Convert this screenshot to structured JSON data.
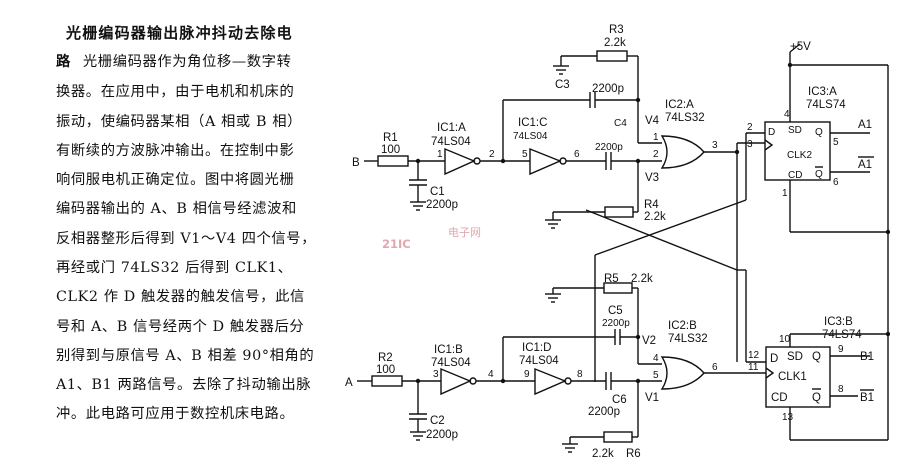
{
  "article": {
    "title": "光栅编码器输出脉冲抖动去除电",
    "lead": "路",
    "lines": [
      "光栅编码器作为角位移—数字转",
      "换器。在应用中，由于电机和机床的",
      "振动，使编码器某相（A 相或 B 相）",
      "有断续的方波脉冲输出。在控制中影",
      "响伺服电机正确定位。图中将圆光栅",
      "编码器输出的 A、B 相信号经滤波和",
      "反相器整形后得到 V1～V4 四个信号，",
      "再经或门 74LS32 后得到 CLK1、",
      "CLK2 作 D 触发器的触发信号，此信",
      "号和 A、B 信号经两个 D 触发器后分",
      "别得到与原信号 A、B 相差 90°相角的",
      "A1、B1 两路信号。去除了抖动输出脉",
      "冲。此电路可应用于数控机床电路。"
    ]
  },
  "watermark": {
    "brand": "21IC",
    "sub": "电子网"
  },
  "schematic": {
    "supply": "+5V",
    "inputs": {
      "b": "B",
      "a": "A"
    },
    "resistors": {
      "r1": {
        "name": "R1",
        "value": "100"
      },
      "r2": {
        "name": "R2",
        "value": "100"
      },
      "r3": {
        "name": "R3",
        "value": "2.2k"
      },
      "r4": {
        "name": "R4",
        "value": "2.2k"
      },
      "r5": {
        "name": "R5",
        "value": "2.2k"
      },
      "r6": {
        "name": "R6",
        "value": "2.2k"
      }
    },
    "capacitors": {
      "c1": {
        "name": "C1",
        "value": "2200p"
      },
      "c2": {
        "name": "C2",
        "value": "2200p"
      },
      "c3": {
        "name": "C3",
        "value": "2200p"
      },
      "c4": {
        "name": "C4",
        "value": "2200p"
      },
      "c5": {
        "name": "C5",
        "value": "2200p"
      },
      "c6": {
        "name": "C6",
        "value": "2200p"
      }
    },
    "gates": {
      "ic1a": {
        "name": "IC1:A",
        "part": "74LS04",
        "pin_in": "1",
        "pin_out": "2"
      },
      "ic1c": {
        "name": "IC1:C",
        "part": "74LS04",
        "pin_in": "5",
        "pin_out": "6"
      },
      "ic1b": {
        "name": "IC1:B",
        "part": "74LS04",
        "pin_in": "3",
        "pin_out": "4"
      },
      "ic1d": {
        "name": "IC1:D",
        "part": "74LS04",
        "pin_in": "9",
        "pin_out": "8"
      },
      "ic2a": {
        "name": "IC2:A",
        "part": "74LS32",
        "pin_in1": "1",
        "pin_in2": "2",
        "pin_out": "3"
      },
      "ic2b": {
        "name": "IC2:B",
        "part": "74LS32",
        "pin_in1": "4",
        "pin_in2": "5",
        "pin_out": "6"
      }
    },
    "nodes": {
      "v1": "V1",
      "v2": "V2",
      "v3": "V3",
      "v4": "V4"
    },
    "flipflops": {
      "ic3a": {
        "name": "IC3:A",
        "part": "74LS74",
        "d": "D",
        "sd": "SD",
        "cd": "CD",
        "q": "Q",
        "qbar": "Q",
        "clk": "CLK2",
        "pin_d": "2",
        "pin_clk": "3",
        "pin_sd": "4",
        "pin_q": "5",
        "pin_qbar": "6",
        "pin_cd": "1",
        "out_q": "A1",
        "out_qbar": "A1"
      },
      "ic3b": {
        "name": "IC3:B",
        "part": "74LS74",
        "d": "D",
        "sd": "SD",
        "cd": "CD",
        "q": "Q",
        "qbar": "Q",
        "clk": "CLK1",
        "pin_d": "12",
        "pin_clk": "11",
        "pin_sd": "10",
        "pin_q": "9",
        "pin_qbar": "8",
        "pin_cd": "13",
        "out_q": "B1",
        "out_qbar": "B1"
      }
    }
  }
}
